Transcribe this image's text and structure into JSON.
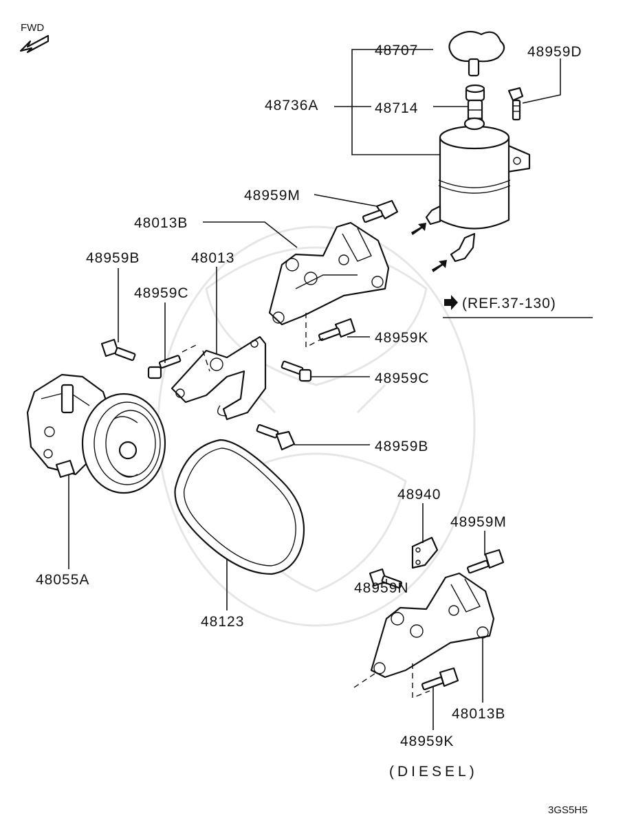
{
  "header": {
    "fwd_label": "FWD"
  },
  "callouts": {
    "p48707": "48707",
    "p48959D": "48959D",
    "p48736A": "48736A",
    "p48714": "48714",
    "p48959M_top": "48959M",
    "p48013B_top": "48013B",
    "p48959B_left": "48959B",
    "p48013": "48013",
    "p48959C_left": "48959C",
    "p48959K_mid": "48959K",
    "p48959C_right": "48959C",
    "p48959B_right": "48959B",
    "p48055A": "48055A",
    "p48123": "48123",
    "p48940": "48940",
    "p48959M_bottom": "48959M",
    "p48959N": "48959N",
    "p48013B_bottom": "48013B",
    "p48959K_bottom": "48959K"
  },
  "reference": {
    "text": "(REF.37-130)"
  },
  "variant_note": "(DIESEL)",
  "figure_code": "3GS5H5"
}
